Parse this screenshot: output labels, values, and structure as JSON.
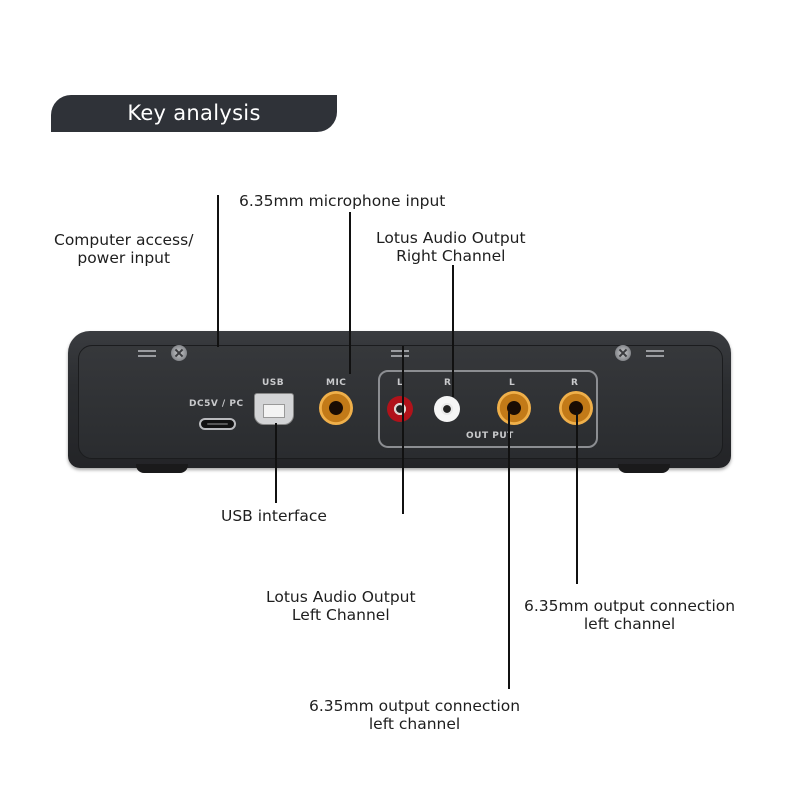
{
  "header": {
    "title": "Key analysis"
  },
  "callouts": {
    "computer_access": {
      "line1": "Computer access/",
      "line2": "power input"
    },
    "mic_input": {
      "line1": "6.35mm microphone input"
    },
    "lotus_right": {
      "line1": "Lotus Audio Output",
      "line2": "Right Channel"
    },
    "usb_interface": {
      "line1": "USB interface"
    },
    "lotus_left": {
      "line1": "Lotus Audio Output",
      "line2": "Left Channel"
    },
    "out_right_jack": {
      "line1": "6.35mm output connection",
      "line2": "left channel"
    },
    "out_left_jack": {
      "line1": "6.35mm output connection",
      "line2": "left channel"
    }
  },
  "device": {
    "labels": {
      "dc": "DC5V / PC",
      "usb": "USB",
      "mic": "MIC",
      "rca_l": "L",
      "rca_r": "R",
      "jack_l": "L",
      "jack_r": "R",
      "output": "OUT PUT"
    }
  }
}
